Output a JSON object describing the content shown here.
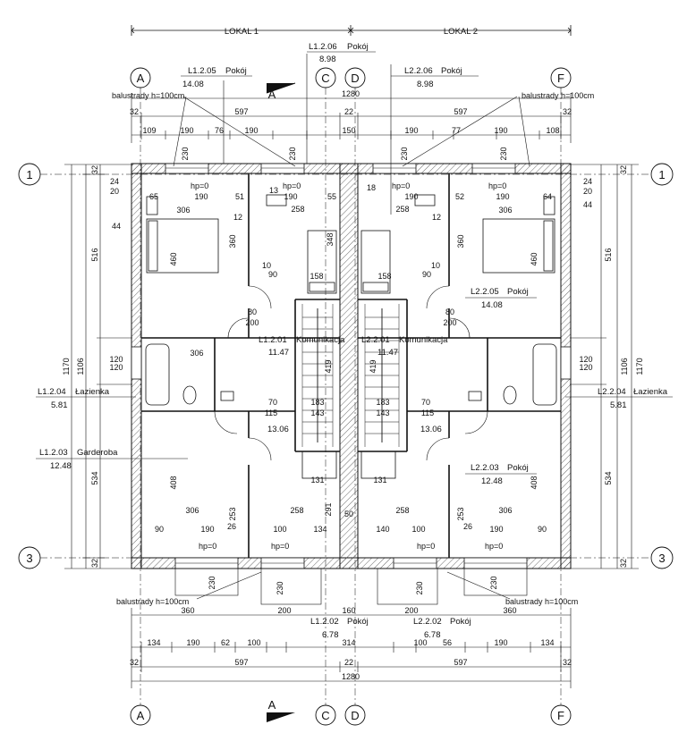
{
  "header": {
    "lokal_left": "LOKAL 1",
    "lokal_right": "LOKAL 2"
  },
  "grid": {
    "cols_top": [
      "A",
      "C",
      "D",
      "F"
    ],
    "cols_bottom": [
      "A",
      "C",
      "D",
      "F"
    ],
    "rows_left": [
      "1",
      "3"
    ],
    "rows_right": [
      "1",
      "3"
    ],
    "section_mark": "A"
  },
  "rooms": [
    {
      "code": "L1.2.06",
      "name": "Pokój",
      "area": "8.98"
    },
    {
      "code": "L1.2.05",
      "name": "Pokój",
      "area": "14.08"
    },
    {
      "code": "L2.2.06",
      "name": "Pokój",
      "area": "8.98"
    },
    {
      "code": "L2.2.05",
      "name": "Pokój",
      "area": "14.08"
    },
    {
      "code": "L1.2.01",
      "name": "Komunikacja",
      "area": "11.47"
    },
    {
      "code": "L2.2.01",
      "name": "Komunikacja",
      "area": "11.47"
    },
    {
      "code": "L1.2.04",
      "name": "Łazienka",
      "area": "5.81"
    },
    {
      "code": "L2.2.04",
      "name": "Łazienka",
      "area": "5.81"
    },
    {
      "code": "L1.2.03",
      "name": "Garderoba",
      "area": "12.48"
    },
    {
      "code": "L2.2.03",
      "name": "Pokój",
      "area": "12.48"
    },
    {
      "code": "L1.2.02",
      "name": "Pokój",
      "area": "6.78"
    },
    {
      "code": "L2.2.02",
      "name": "Pokój",
      "area": "6.78"
    },
    {
      "code": "",
      "name": "",
      "area": "13.06"
    },
    {
      "code": "",
      "name": "",
      "area": "13.06"
    }
  ],
  "notes": {
    "balustrade": "balustrady h=100cm",
    "hp": "hp=0"
  },
  "dims_top": {
    "overall": "1280",
    "halves": [
      "32",
      "597",
      "22",
      "597",
      "32"
    ],
    "chain": [
      "109",
      "190",
      "76",
      "190",
      "150",
      "190",
      "77",
      "190",
      "108"
    ]
  },
  "dims_bottom": {
    "overall": "1280",
    "halves": [
      "32",
      "597",
      "22",
      "597",
      "32"
    ],
    "chain": [
      "134",
      "190",
      "62",
      "100",
      "314",
      "100",
      "56",
      "190",
      "134"
    ],
    "mid": [
      "360",
      "200",
      "160",
      "200",
      "360"
    ]
  },
  "dims_left": {
    "overall": "1170",
    "parts": [
      "32",
      "516",
      "120",
      "534",
      "32"
    ],
    "inner": [
      "1106"
    ]
  },
  "dims_right": {
    "overall": "1170",
    "parts": [
      "32",
      "516",
      "120",
      "534",
      "32"
    ],
    "inner": [
      "1106"
    ]
  },
  "interior_dims": [
    "306",
    "460",
    "360",
    "348",
    "258",
    "158",
    "190",
    "65",
    "51",
    "13",
    "55",
    "18",
    "52",
    "64",
    "24",
    "20",
    "44",
    "80",
    "200",
    "90",
    "10",
    "12",
    "120",
    "115",
    "70",
    "183",
    "143",
    "419",
    "408",
    "253",
    "131",
    "291",
    "140",
    "100",
    "134",
    "26",
    "230",
    "50"
  ]
}
